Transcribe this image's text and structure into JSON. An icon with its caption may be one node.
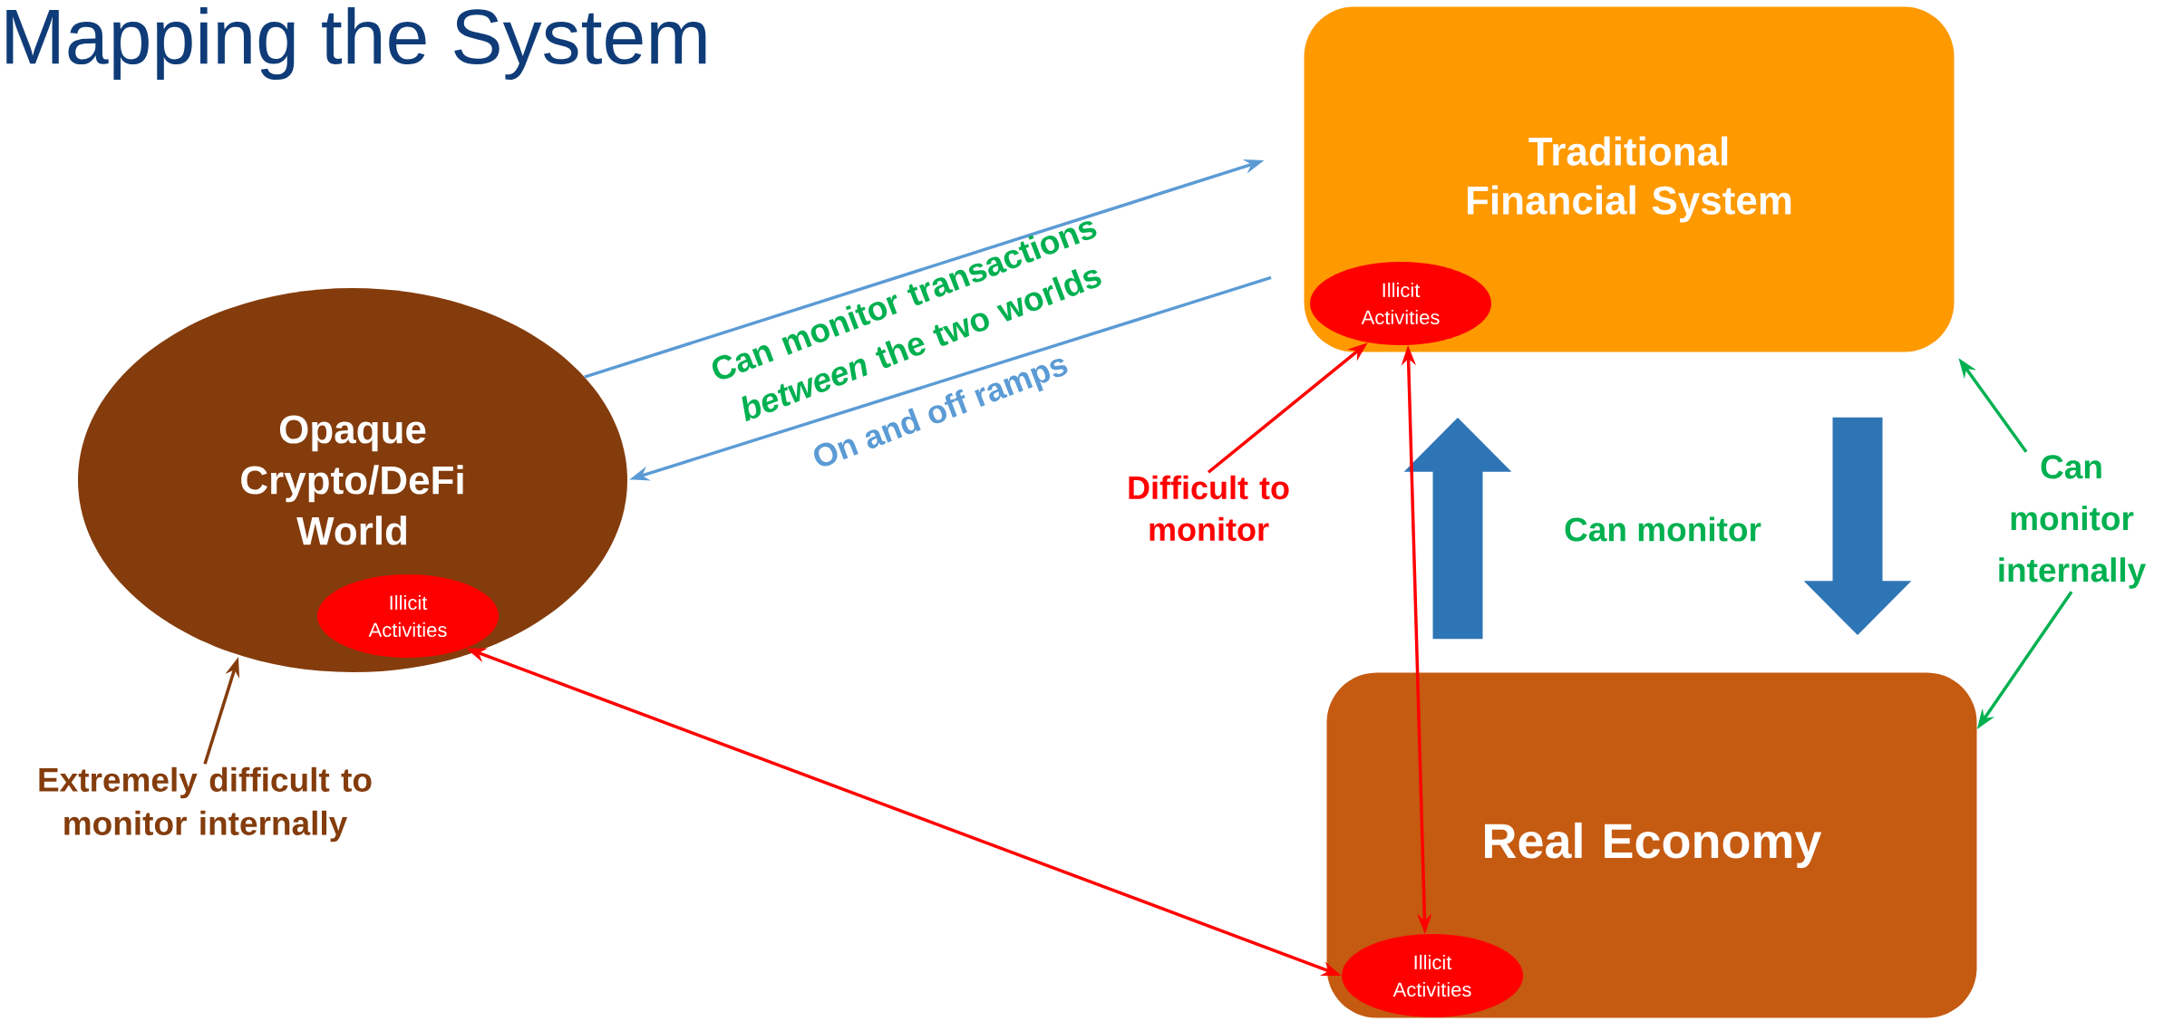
{
  "diagram": {
    "title": "Mapping the System",
    "nodes": [
      {
        "text": [
          "Traditional Financial System"
        ]
      },
      {
        "text": [
          "Illicit Activities"
        ],
        "in": 0
      },
      {
        "text": [
          "Opaque Crypto/DeFi World"
        ]
      },
      {
        "text": [
          "Illicit Activities"
        ],
        "in": 2
      },
      {
        "text": [
          "Real Economy"
        ]
      },
      {
        "text": [
          "Illicit Activities"
        ],
        "in": 4
      },
      {
        "text": [
          "Difficult to monitor"
        ]
      },
      {
        "text": [
          "Extremely difficult to monitor internally"
        ]
      },
      {
        "text": [
          "Can monitor internally"
        ]
      }
    ],
    "edges": [
      {
        "from": 2,
        "to": 0,
        "arrow": "to",
        "color": "#5b9bd5"
      },
      {
        "from": 0,
        "to": 2,
        "arrow": "to",
        "color": "#5b9bd5",
        "label": "On and off ramps"
      },
      {
        "from": 4,
        "to": 0,
        "arrow": "to",
        "style": "thick",
        "color": "#2e75b6"
      },
      {
        "from": 0,
        "to": 4,
        "arrow": "to",
        "style": "thick",
        "color": "#2e75b6"
      },
      {
        "from": 6,
        "to": 1,
        "arrow": "to",
        "color": "#ff0000"
      },
      {
        "from": 1,
        "to": 5,
        "arrow": "both",
        "color": "#ff0000"
      },
      {
        "from": 3,
        "to": 5,
        "arrow": "both",
        "color": "#ff0000"
      },
      {
        "from": 7,
        "to": 2,
        "arrow": "to",
        "color": "#843c0c"
      },
      {
        "from": 8,
        "to": 0,
        "arrow": "to",
        "color": "#00b050"
      },
      {
        "from": 8,
        "to": 4,
        "arrow": "to",
        "color": "#00b050"
      }
    ],
    "labels": [
      "Can monitor transactions *between* the two worlds",
      "Can monitor"
    ]
  }
}
